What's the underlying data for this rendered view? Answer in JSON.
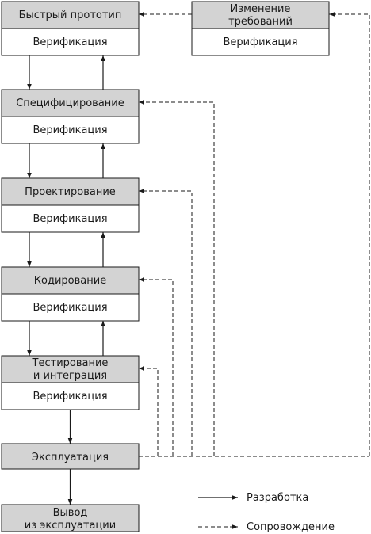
{
  "colors": {
    "header_fill": "#d3d3d3",
    "box_fill": "#ffffff",
    "stroke": "#1a1a1a"
  },
  "stages": [
    {
      "title": [
        "Быстрый прототип"
      ],
      "sub": "Верификация"
    },
    {
      "title": [
        "Специфицирование"
      ],
      "sub": "Верификация"
    },
    {
      "title": [
        "Проектирование"
      ],
      "sub": "Верификация"
    },
    {
      "title": [
        "Кодирование"
      ],
      "sub": "Верификация"
    },
    {
      "title": [
        "Тестирование",
        "и интеграция"
      ],
      "sub": "Верификация"
    }
  ],
  "change": {
    "title": [
      "Изменение",
      "требований"
    ],
    "sub": "Верификация"
  },
  "operation": {
    "title": [
      "Эксплуатация"
    ]
  },
  "retire": {
    "title": [
      "Вывод",
      "из эксплуатации"
    ]
  },
  "legend": {
    "solid": "Разработка",
    "dashed": "Сопровождение"
  }
}
